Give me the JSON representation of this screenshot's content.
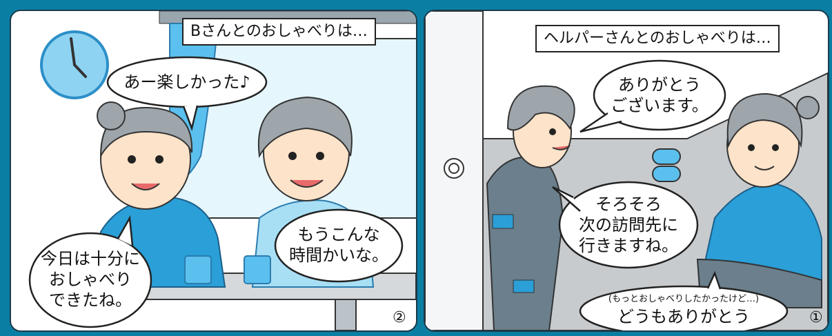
{
  "panel_left": {
    "caption": "Bさんとのおしゃべりは…",
    "bubble_top": "あー楽しかった♪",
    "bubble_right": [
      "もうこんな",
      "時間かいな。"
    ],
    "bubble_left": [
      "今日は十分に",
      "おしゃべり",
      "できたね。"
    ],
    "panel_number": "②"
  },
  "panel_right": {
    "caption": "ヘルパーさんとのおしゃべりは…",
    "bubble_top": [
      "ありがとう",
      "ございます。"
    ],
    "bubble_center": [
      "そろそろ",
      "次の訪問先に",
      "行きますね。"
    ],
    "bubble_bottom_small": "(もっとおしゃべりしたかったけど…)",
    "bubble_bottom": "どうもありがとう",
    "panel_number": "①"
  },
  "colors": {
    "frame": "#0b7fa3",
    "shirt_blue": "#2a9fd8",
    "light_blue": "#a8dff5",
    "pants_gray": "#6b7f8c"
  }
}
